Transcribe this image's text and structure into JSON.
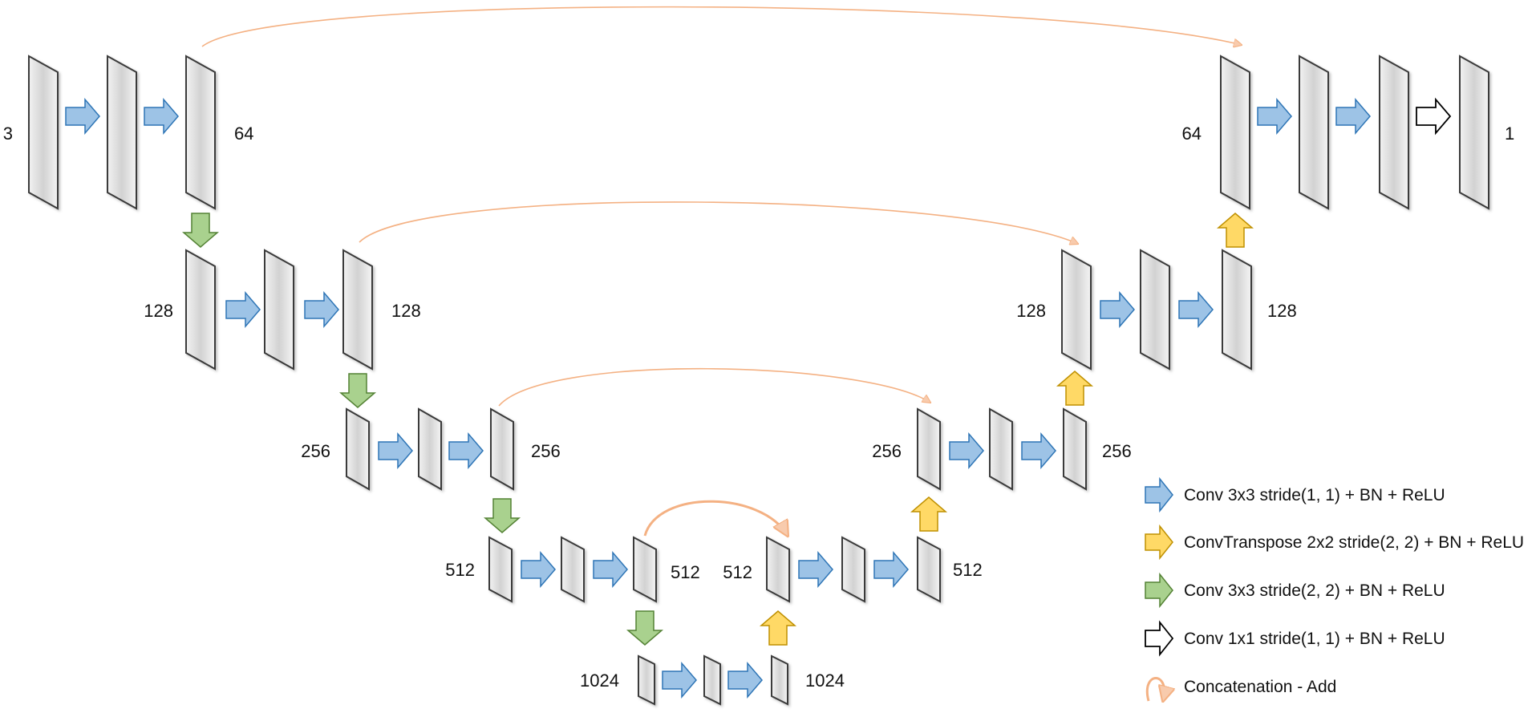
{
  "legend": [
    {
      "key": "conv",
      "label": "Conv 3x3 stride(1, 1) + BN + ReLU",
      "icon": "blue-right-arrow-icon"
    },
    {
      "key": "convT",
      "label": "ConvTranspose 2x2 stride(2, 2) + BN + ReLU",
      "icon": "yellow-up-arrow-icon"
    },
    {
      "key": "down",
      "label": "Conv 3x3 stride(2, 2) + BN + ReLU",
      "icon": "green-down-arrow-icon"
    },
    {
      "key": "conv1x1",
      "label": "Conv 1x1 stride(1, 1) + BN + ReLU",
      "icon": "white-right-arrow-icon"
    },
    {
      "key": "skip",
      "label": "Concatenation - Add",
      "icon": "orange-curved-arrow-icon"
    }
  ],
  "labels": {
    "enc1_in": "3",
    "enc1_out": "64",
    "enc2_in": "128",
    "enc2_out": "128",
    "enc3_in": "256",
    "enc3_out": "256",
    "enc4_in": "512",
    "enc4_out": "512",
    "bot_in": "1024",
    "bot_out": "1024",
    "dec4_in": "512",
    "dec4_out": "512",
    "dec3_in": "256",
    "dec3_out": "256",
    "dec2_in": "128",
    "dec2_out": "128",
    "dec1_in": "64",
    "dec1_out": "1"
  },
  "colors": {
    "conv": {
      "fill": "#9dc3e6",
      "stroke": "#2e75b6"
    },
    "convT": {
      "fill": "#ffd966",
      "stroke": "#bf9000"
    },
    "down": {
      "fill": "#a9d18e",
      "stroke": "#548235"
    },
    "conv1x1": {
      "fill": "#ffffff",
      "stroke": "#000000"
    },
    "skip": "#f4b183"
  }
}
